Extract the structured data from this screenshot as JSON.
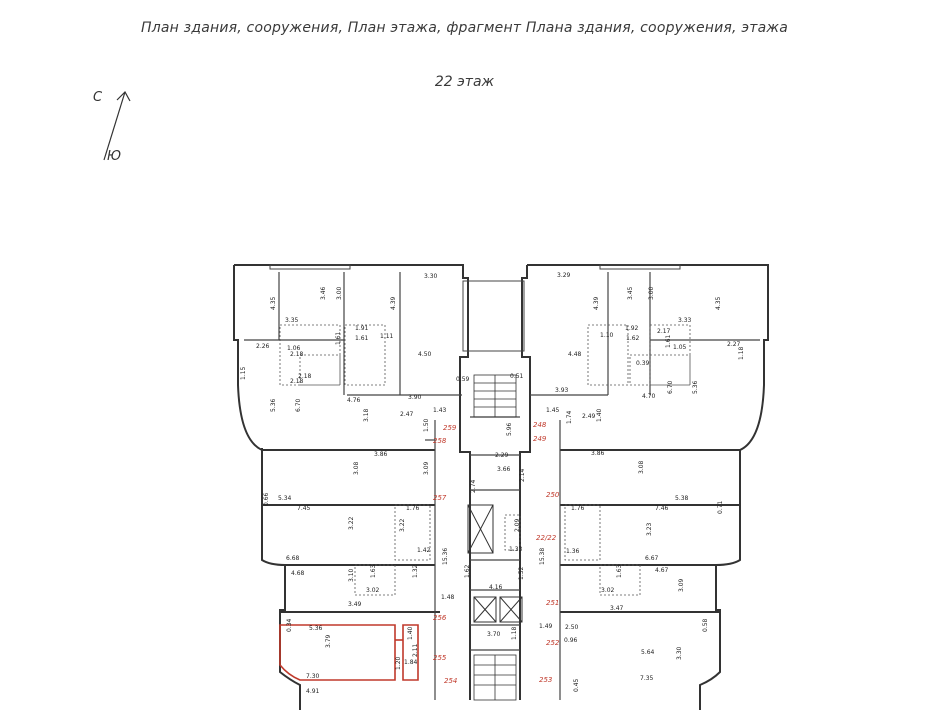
{
  "header": {
    "title": "План здания, сооружения, План этажа, фрагмент Плана здания, сооружения, этажа",
    "floor": "22 этаж"
  },
  "compass": {
    "north": "С",
    "south": "Ю"
  },
  "colors": {
    "wall": "#333333",
    "dashed": "#555555",
    "highlight": "#c0392b",
    "text": "#222222"
  },
  "room_numbers": [
    "259",
    "258",
    "257",
    "256",
    "255",
    "254",
    "248",
    "249",
    "250",
    "251",
    "252",
    "253",
    "22/22"
  ],
  "dimensions": {
    "d1": "3.30",
    "d2": "3.29",
    "d3": "4.35",
    "d4": "3.46",
    "d5": "3.00",
    "d6": "4.39",
    "d7": "4.39",
    "d8": "3.45",
    "d9": "3.00",
    "d10": "4.35",
    "d11": "3.35",
    "d12": "1.91",
    "d13": "1.61",
    "d14": "1.11",
    "d15": "1.92",
    "d16": "1.10",
    "d17": "1.62",
    "d18": "3.33",
    "d19": "2.17",
    "d20": "2.26",
    "d21": "1.06",
    "d22": "2.18",
    "d23": "1.61",
    "d24": "4.50",
    "d25": "4.48",
    "d26": "1.61",
    "d27": "1.05",
    "d28": "2.27",
    "d29": "2.18",
    "d30": "2.18",
    "d31": "0.59",
    "d32": "0.51",
    "d33": "0.39",
    "d34": "1.15",
    "d35": "5.36",
    "d36": "6.70",
    "d37": "4.76",
    "d38": "3.90",
    "d39": "3.93",
    "d40": "4.70",
    "d41": "6.70",
    "d42": "5.36",
    "d43": "1.18",
    "d44": "3.18",
    "d45": "2.47",
    "d46": "1.43",
    "d47": "1.45",
    "d48": "2.49",
    "d49": "1.40",
    "d50": "1.50",
    "d51": "1.74",
    "d52": "5.96",
    "d53": "3.86",
    "d54": "3.08",
    "d55": "3.09",
    "d56": "2.29",
    "d57": "3.66",
    "d58": "3.86",
    "d59": "3.08",
    "d60": "2.74",
    "d61": "2.14",
    "d62": "5.34",
    "d63": "7.45",
    "d64": "1.76",
    "d65": "5.38",
    "d66": "7.46",
    "d67": "1.76",
    "d68": "0.66",
    "d69": "0.71",
    "d70": "3.22",
    "d71": "3.22",
    "d72": "3.23",
    "d73": "1.33",
    "d74": "2.09",
    "d75": "6.68",
    "d76": "1.42",
    "d77": "1.36",
    "d78": "6.67",
    "d79": "15.36",
    "d80": "15.38",
    "d81": "4.68",
    "d82": "3.10",
    "d83": "1.63",
    "d84": "1.32",
    "d85": "3.02",
    "d86": "3.49",
    "d87": "4.67",
    "d88": "1.63",
    "d89": "3.02",
    "d90": "3.47",
    "d91": "3.09",
    "d92": "1.62",
    "d93": "1.52",
    "d94": "4.16",
    "d95": "1.48",
    "d96": "1.49",
    "d97": "1.18",
    "d98": "5.36",
    "d99": "3.79",
    "d100": "3.70",
    "d101": "2.50",
    "d102": "0.96",
    "d103": "5.64",
    "d104": "3.30",
    "d105": "0.58",
    "d106": "0.34",
    "d107": "7.30",
    "d108": "1.84",
    "d109": "1.20",
    "d110": "7.35",
    "d111": "4.91",
    "d112": "0.45",
    "d113": "2.11",
    "d114": "1.40"
  }
}
